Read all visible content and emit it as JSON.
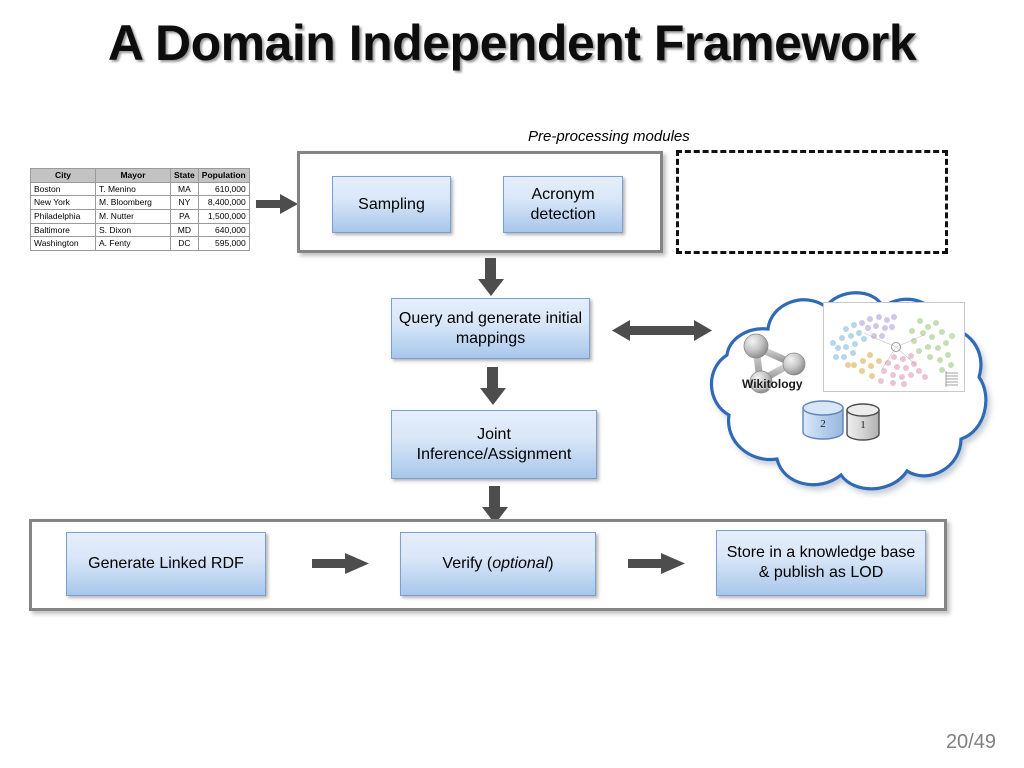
{
  "slide": {
    "title": "A Domain Independent Framework",
    "page_number": "20/49"
  },
  "source_table": {
    "name": "city-mayor-table",
    "columns": [
      "City",
      "Mayor",
      "State",
      "Population"
    ],
    "rows": [
      [
        "Boston",
        "T. Menino",
        "MA",
        "610,000"
      ],
      [
        "New York",
        "M. Bloomberg",
        "NY",
        "8,400,000"
      ],
      [
        "Philadelphia",
        "M. Nutter",
        "PA",
        "1,500,000"
      ],
      [
        "Baltimore",
        "S. Dixon",
        "MD",
        "640,000"
      ],
      [
        "Washington",
        "A. Fenty",
        "DC",
        "595,000"
      ]
    ]
  },
  "preprocessing": {
    "caption": "Pre-processing modules",
    "modules": [
      {
        "label": "Sampling"
      },
      {
        "label": "Acronym detection"
      }
    ]
  },
  "pipeline": {
    "query_box": "Query and generate initial mappings",
    "joint_box": "Joint Inference/Assignment"
  },
  "output_stage": {
    "steps": [
      {
        "label": "Generate Linked RDF"
      },
      {
        "label_prefix": "Verify (",
        "label_italic": "optional",
        "label_suffix": ")"
      },
      {
        "label": "Store in a knowledge base & publish as LOD"
      }
    ]
  },
  "knowledge_cloud": {
    "name": "wikitology-cloud",
    "logo_label": "Wikitology",
    "databases": [
      {
        "label": "2",
        "color": "#b9d0ec"
      },
      {
        "label": "1",
        "color": "#d6d6d6"
      }
    ]
  },
  "colors": {
    "box_fill_top": "#e5eefb",
    "box_fill_bottom": "#a8c6ea",
    "box_border": "#7ba0d0",
    "container_border": "#848484",
    "arrow": "#4d4d4d",
    "cloud_stroke": "#2f6bb5",
    "table_header": "#c3c3c3",
    "page_number": "#808080"
  }
}
